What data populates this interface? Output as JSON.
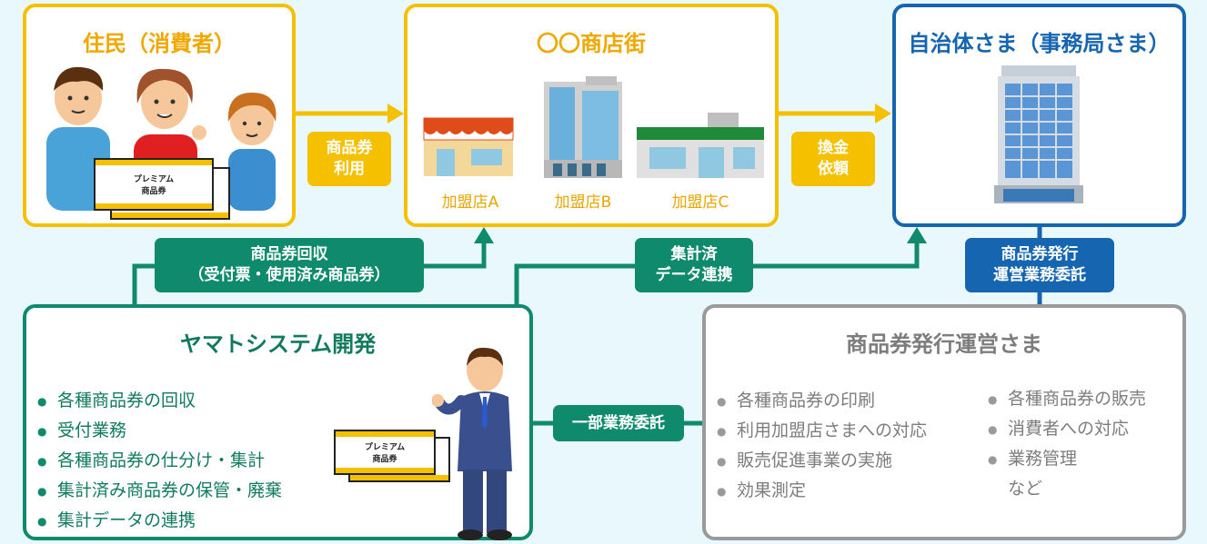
{
  "residents": {
    "title": "住民（消費者）",
    "ticket_line1": "プレミアム",
    "ticket_line2": "商品券"
  },
  "street": {
    "title": "〇〇商店街",
    "shops": [
      "加盟店A",
      "加盟店B",
      "加盟店C"
    ]
  },
  "municipality": {
    "title": "自治体さま（事務局さま）"
  },
  "yamato": {
    "title": "ヤマトシステム開発",
    "items": [
      "各種商品券の回収",
      "受付業務",
      "各種商品券の仕分け・集計",
      "集計済み商品券の保管・廃棄",
      "集計データの連携"
    ],
    "ticket_line1": "プレミアム",
    "ticket_line2": "商品券"
  },
  "operator": {
    "title": "商品券発行運営さま",
    "items_left": [
      "各種商品券の印刷",
      "利用加盟店さまへの対応",
      "販売促進事業の実施",
      "効果測定"
    ],
    "items_right": [
      "各種商品券の販売",
      "消費者への対応",
      "業務管理"
    ],
    "items_right_extra": "など"
  },
  "tags": {
    "use_line1": "商品券",
    "use_line2": "利用",
    "exchange_line1": "換金",
    "exchange_line2": "依頼",
    "collect_line1": "商品券回収",
    "collect_line2": "（受付票・使用済み商品券）",
    "data_line1": "集計済",
    "data_line2": "データ連携",
    "commission_line1": "商品券発行",
    "commission_line2": "運営業務委託",
    "partial": "一部業務委託"
  },
  "colors": {
    "yellow": "#f5c000",
    "green": "#0f8a6c",
    "blue": "#1565b0",
    "gray": "#9a9a9a",
    "background": "#e9f8fc"
  }
}
